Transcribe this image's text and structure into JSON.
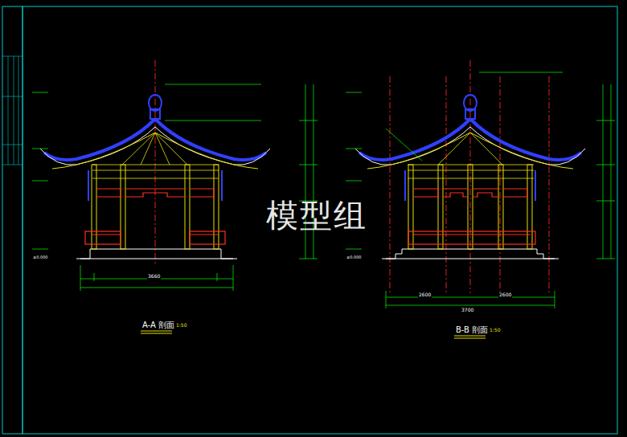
{
  "diagram": {
    "labels": [
      "A-A 剖面",
      "1:50",
      "B-B 剖面",
      "1:50",
      "3660",
      "3700",
      "2600",
      "2600",
      "±0.000",
      "±0.000",
      "模型组"
    ]
  }
}
